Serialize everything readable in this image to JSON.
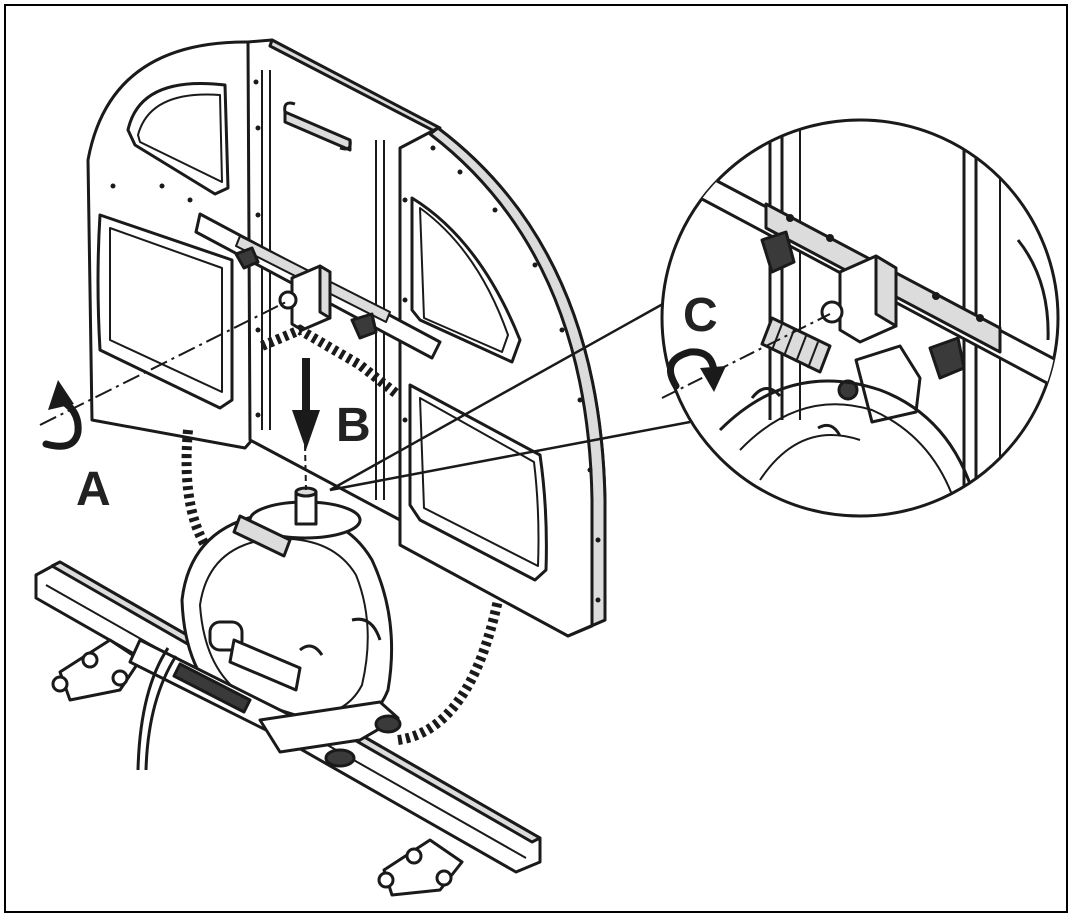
{
  "labels": {
    "a": "A",
    "b": "B",
    "c": "C"
  },
  "colors": {
    "line": "#1a1a1a",
    "fill": "#ffffff",
    "shade": "#dcdcdc",
    "dark": "#3a3a3a"
  },
  "icons": [
    "rotate-counterclockwise-arrow-icon",
    "down-arrow-icon",
    "rotate-clockwise-arrow-icon"
  ]
}
